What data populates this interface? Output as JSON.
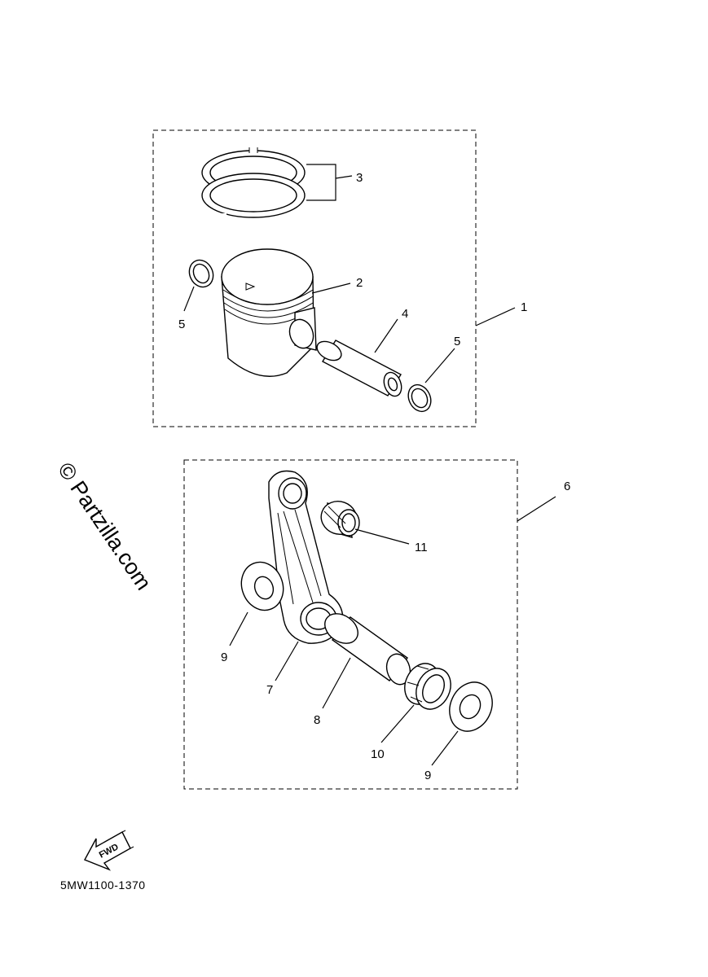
{
  "watermark": "© Partzilla.com",
  "part_code": "5MW1100-1370",
  "fwd_label": "FWD",
  "callouts": {
    "piston_kit": "1",
    "piston": "2",
    "ring_set": "3",
    "piston_pin": "4",
    "clip_left": "5",
    "clip_right": "5",
    "crank_kit": "6",
    "conrod": "7",
    "crank_pin": "8",
    "washer_left": "9",
    "washer_right": "9",
    "big_end_bearing": "10",
    "small_end_bearing": "11"
  }
}
